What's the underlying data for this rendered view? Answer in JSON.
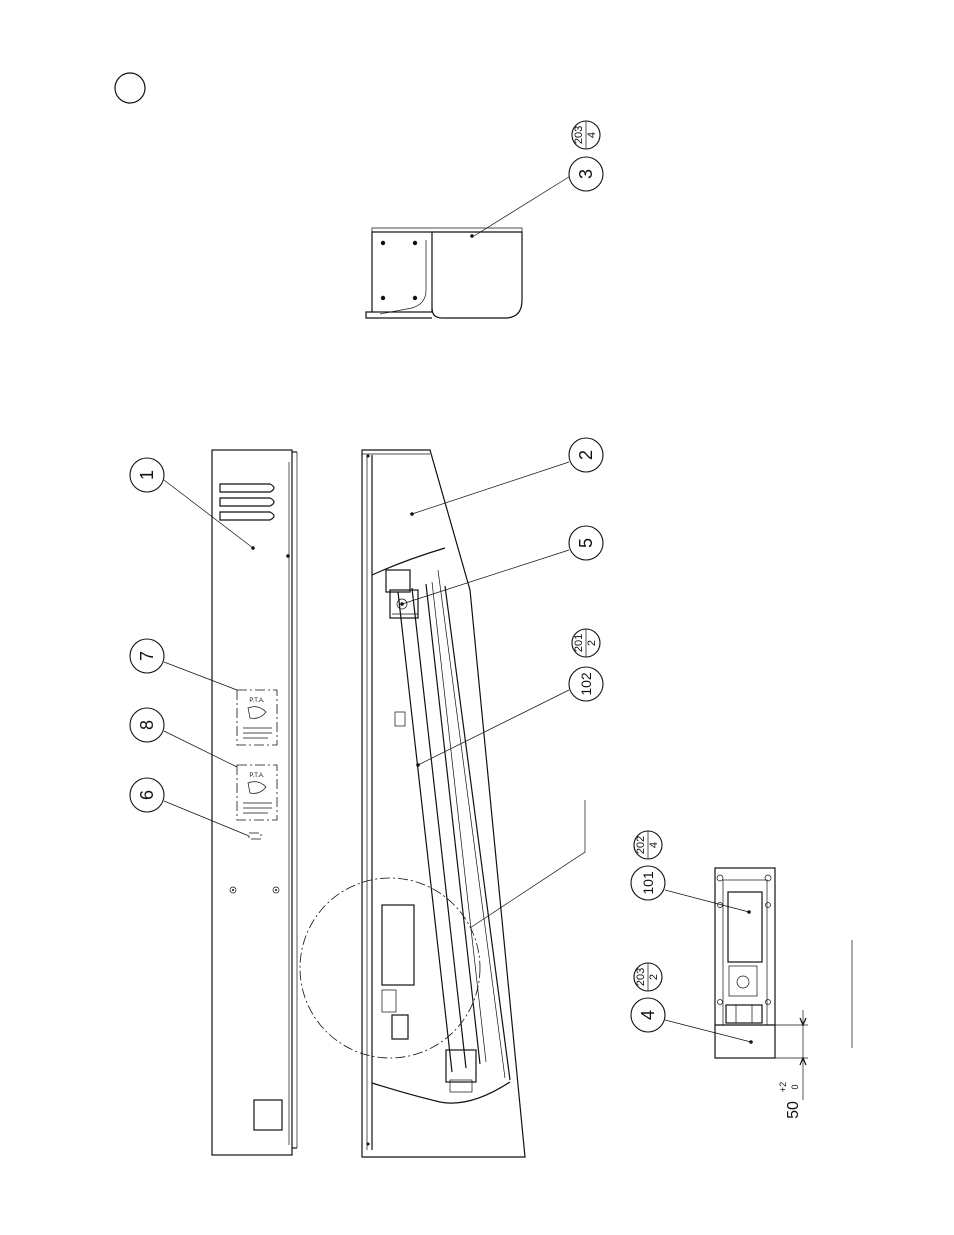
{
  "sheet": {
    "corner_marker": ""
  },
  "balloons": {
    "item1": "1",
    "item2": "2",
    "item3": "3",
    "item4": "4",
    "item5": "5",
    "item6": "6",
    "item7": "7",
    "item8": "8",
    "item101": "101",
    "item102": "102"
  },
  "references": {
    "ref_203_4": {
      "top": "203",
      "bottom": "4"
    },
    "ref_201_2": {
      "top": "201",
      "bottom": "2"
    },
    "ref_202_4": {
      "top": "202",
      "bottom": "4"
    },
    "ref_203_2": {
      "top": "203",
      "bottom": "2"
    }
  },
  "dimension": {
    "value": "50",
    "tol_upper": "+2",
    "tol_lower": "0"
  },
  "label_plates": {
    "plate7_text": "P.T.A.",
    "plate8_text": "P.T.A."
  }
}
